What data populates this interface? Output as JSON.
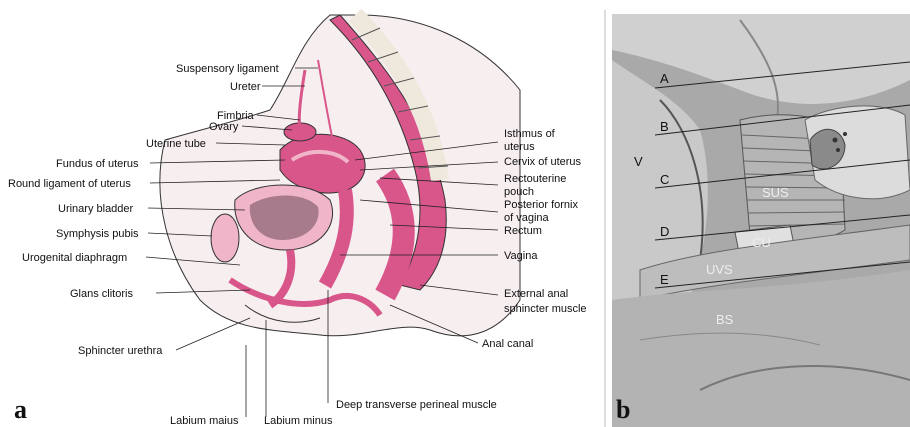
{
  "panel_a": {
    "panel_label": "a",
    "labels": {
      "suspensory_ligament": "Suspensory ligament",
      "ureter": "Ureter",
      "fimbria": "Fimbria",
      "ovary": "Ovary",
      "uterine_tube": "Uterine tube",
      "fundus_of_uterus": "Fundus of uterus",
      "round_ligament": "Round ligament of uterus",
      "urinary_bladder": "Urinary bladder",
      "symphysis_pubis": "Symphysis pubis",
      "urogenital_diaphragm": "Urogenital diaphragm",
      "glans_clitoris": "Glans clitoris",
      "sphincter_urethra": "Sphincter urethra",
      "labium_maius": "Labium maius",
      "labium_minus": "Labium minus",
      "deep_transverse": "Deep transverse perineal muscle",
      "anal_canal": "Anal canal",
      "external_anal_1": "External anal",
      "external_anal_2": "sphincter muscle",
      "vagina": "Vagina",
      "rectum": "Rectum",
      "posterior_fornix_1": "Posterior fornix",
      "posterior_fornix_2": "of vagina",
      "rectouterine_1": "Rectouterine",
      "rectouterine_2": "pouch",
      "cervix": "Cervix of uterus",
      "isthmus_1": "Isthmus of",
      "isthmus_2": "uterus"
    }
  },
  "panel_b": {
    "panel_label": "b",
    "line_labels": [
      "A",
      "B",
      "C",
      "D",
      "E"
    ],
    "region_labels": {
      "v": "V",
      "sus": "SUS",
      "cu": "CU",
      "uvs": "UVS",
      "bs": "BS"
    }
  },
  "colors": {
    "tissue_pink": "#d9568a",
    "tissue_light": "#f0b5c9",
    "bone": "#efe8dc",
    "line": "#222222",
    "panel_b_bg": "#a9a9a9"
  }
}
